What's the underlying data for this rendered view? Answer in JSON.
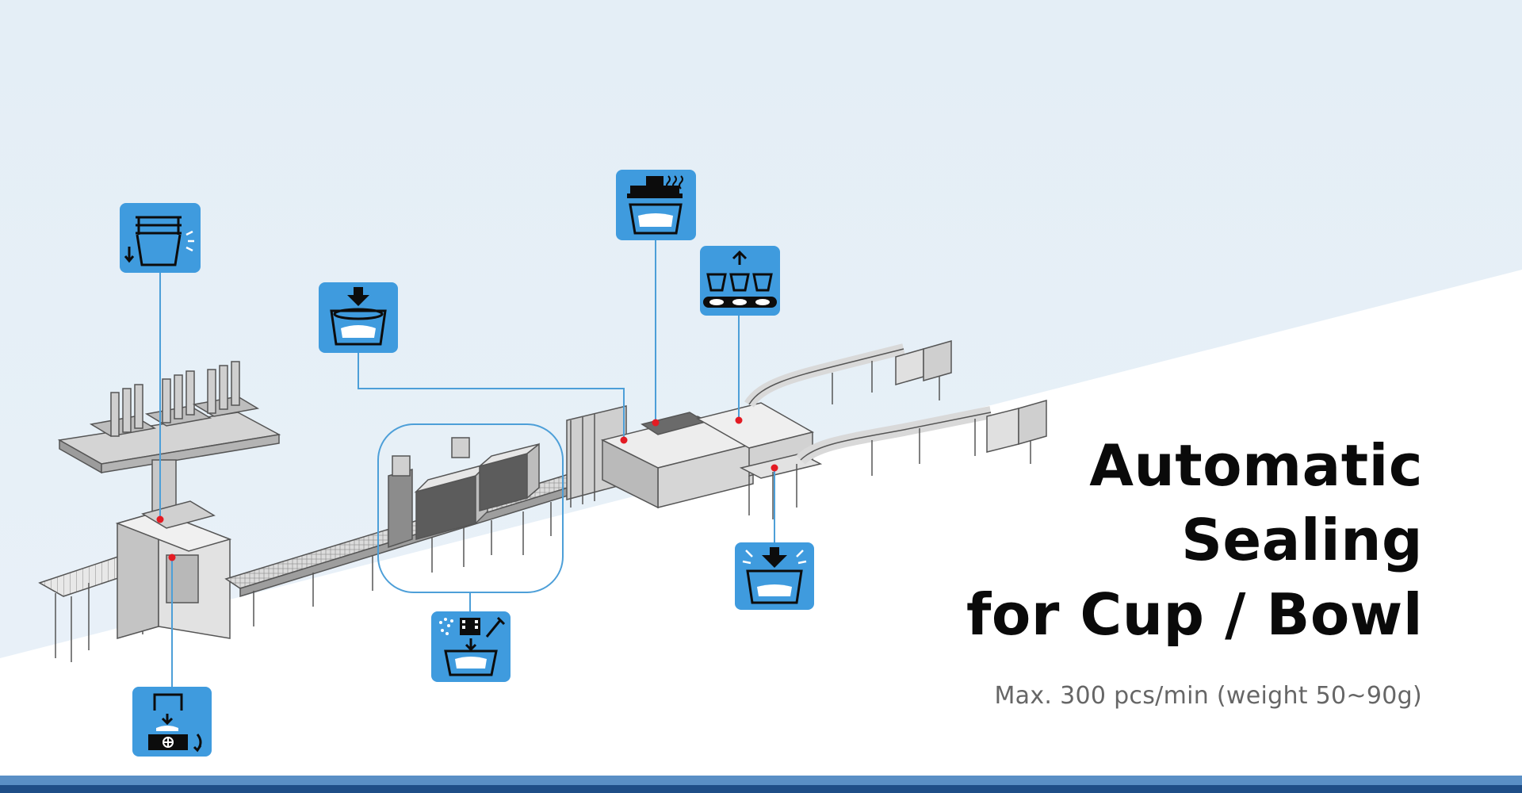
{
  "header": {
    "title_lines": [
      "Automatic",
      "Sealing",
      "for Cup / Bowl"
    ],
    "subtitle": "Max. 300 pcs/min (weight 50~90g)"
  },
  "colors": {
    "sky": "#e4eef6",
    "floor": "#ffffff",
    "icon_fill": "#3f9bde",
    "icon_line": "#4d9fd8",
    "callout_dot": "#e31b23",
    "machine_face": "#d9d9d9",
    "machine_top": "#f2f2f2",
    "machine_edge": "#555555",
    "rail_light": "#5a8fc5",
    "rail_dark": "#1f4e87"
  },
  "stations": [
    {
      "id": "cup-denester",
      "icon": "cup-stack-drop-icon"
    },
    {
      "id": "cup-feed",
      "icon": "cup-onto-tray-icon"
    },
    {
      "id": "noodle-drop",
      "icon": "noodle-drop-into-bowl-icon"
    },
    {
      "id": "seasoning-fork-insert",
      "icon": "seasoning-fork-insert-icon"
    },
    {
      "id": "lid-heat-seal",
      "icon": "heat-seal-lid-icon"
    },
    {
      "id": "cup-lift-out",
      "icon": "cup-lift-out-icon"
    },
    {
      "id": "press-seal",
      "icon": "press-seal-icon"
    }
  ]
}
